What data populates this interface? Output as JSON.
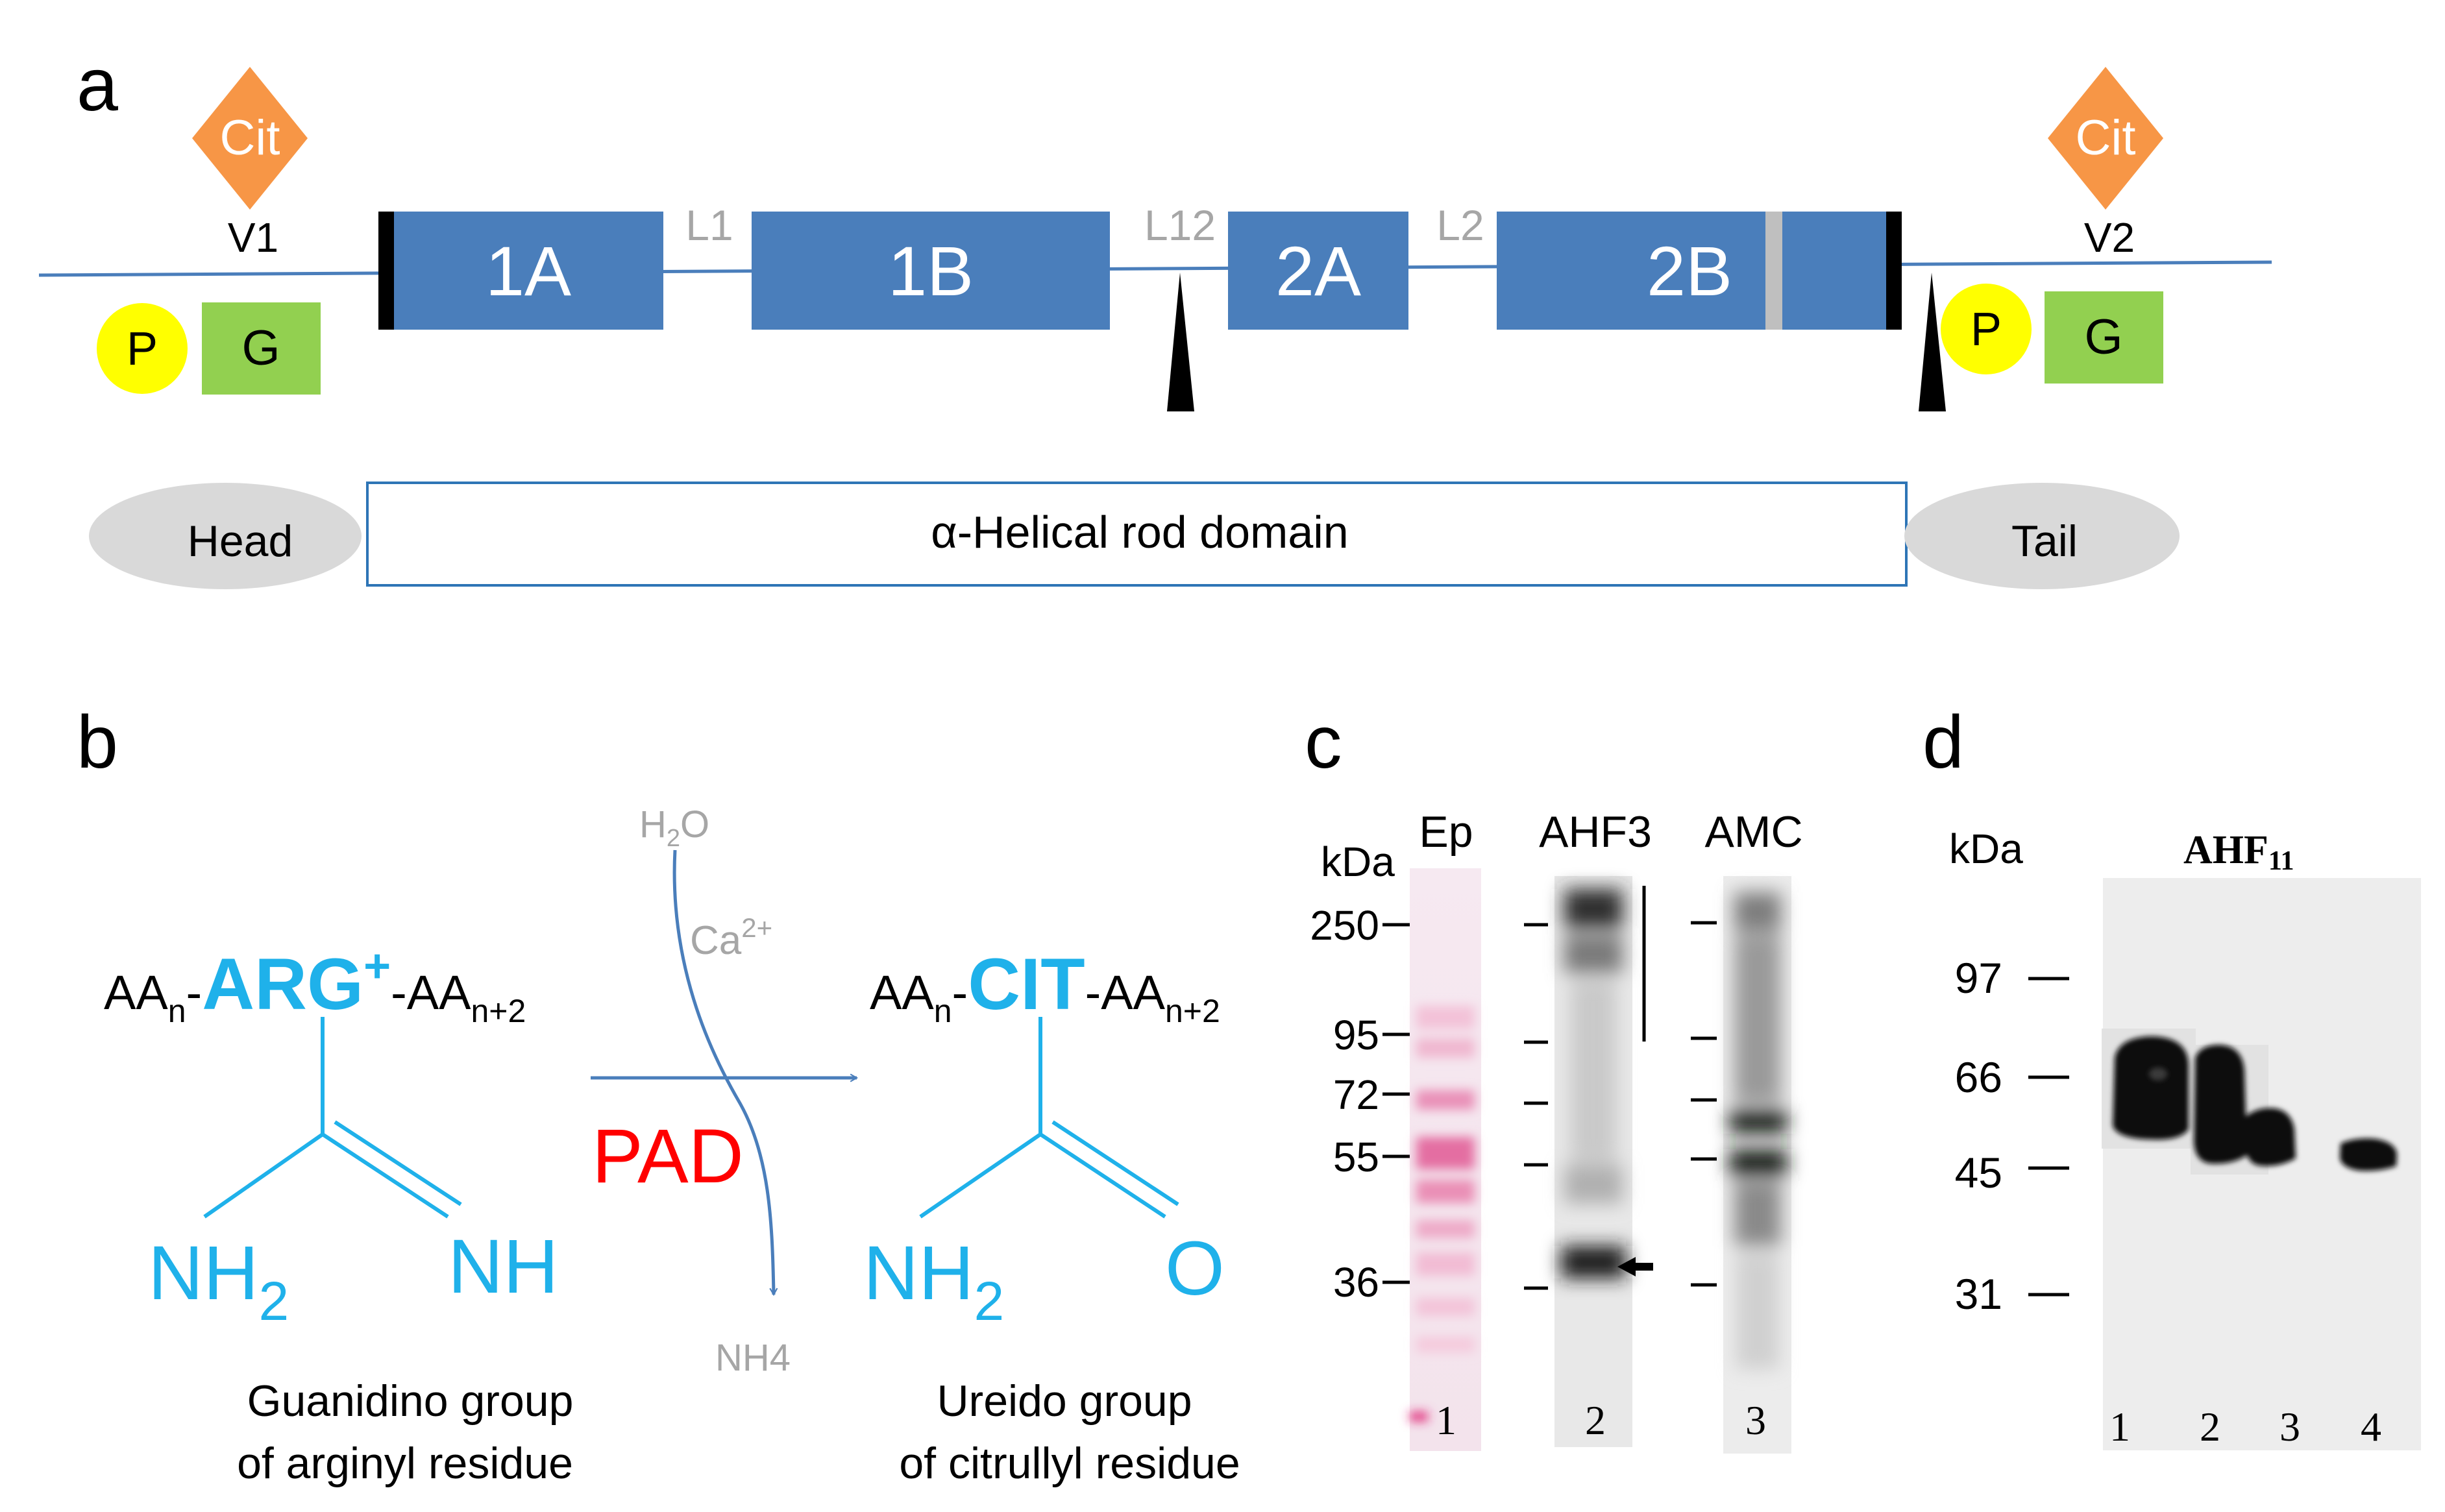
{
  "panels": {
    "a": "a",
    "b": "b",
    "c": "c",
    "d": "d"
  },
  "panel_a": {
    "segments": [
      "1A",
      "1B",
      "2A",
      "2B"
    ],
    "linkers": [
      "L1",
      "L12",
      "L2"
    ],
    "cit_badge": "Cit",
    "variable_regions": [
      "V1",
      "V2"
    ],
    "p_mark": "P",
    "g_mark": "G",
    "head": "Head",
    "tail": "Tail",
    "rod_domain": "α-Helical rod domain",
    "colors": {
      "segment": "#4a7ebb",
      "cit": "#f79646",
      "p": "#ffff00",
      "g": "#92d050",
      "oval": "#d9d9d9",
      "linker_text": "#a6a6a6"
    }
  },
  "panel_b": {
    "aa_prefix": "AA",
    "sub_n": "n",
    "sub_n2": "n+2",
    "arg": "ARG",
    "arg_charge": "+",
    "cit": "CIT",
    "dash": "-",
    "nh2_base": "NH",
    "nh2_sub": "2",
    "nh": "NH",
    "o": "O",
    "water_h": "H",
    "water_sub": "2",
    "water_o": "O",
    "calcium": "Ca",
    "calcium_sup": "2+",
    "nh4": "NH4",
    "enzyme": "PAD",
    "caption_left_1": "Guanidino group",
    "caption_left_2": "of arginyl residue",
    "caption_right_1": "Ureido group",
    "caption_right_2": "of citrullyl residue",
    "colors": {
      "chem": "#1fb1ea",
      "enzyme": "#ff0000",
      "gray": "#a6a6a6",
      "arrow": "#4a7ebb"
    }
  },
  "panel_c": {
    "kda": "kDa",
    "markers": [
      "250",
      "95",
      "72",
      "55",
      "36"
    ],
    "lanes": [
      {
        "title": "Ep",
        "number": "1"
      },
      {
        "title": "AHF3",
        "number": "2"
      },
      {
        "title": "AMC",
        "number": "3"
      }
    ]
  },
  "panel_d": {
    "kda": "kDa",
    "title": "AHF",
    "title_sub": "11",
    "markers": [
      "97",
      "66",
      "45",
      "31"
    ],
    "lanes": [
      "1",
      "2",
      "3",
      "4"
    ]
  }
}
